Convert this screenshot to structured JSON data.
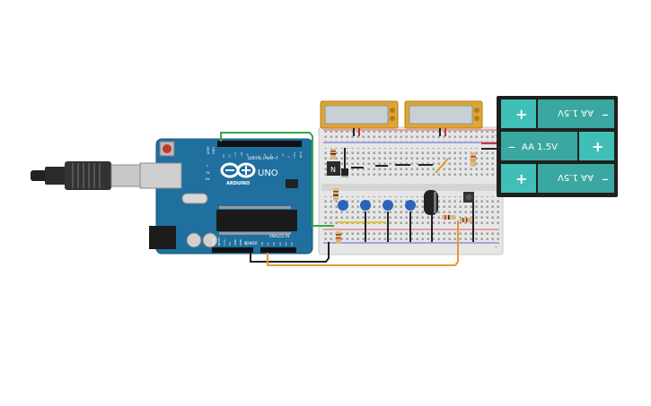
{
  "arduino": {
    "model_label": "UNO",
    "brand_label": "ARDUINO",
    "digital_header_label": "DIGITAL (PWM~)",
    "power_header_label": "POWER",
    "analog_header_label": "ANALOG IN",
    "aref_label": "AREF",
    "gnd_label": "GND",
    "digital_pins": [
      "13",
      "12",
      "~11",
      "~10",
      "~9",
      "8",
      "7",
      "~6",
      "~5",
      "4",
      "~3",
      "2",
      "TX 1",
      "RX 0"
    ],
    "power_pins": [
      "IOREF",
      "RESET",
      "3.3V",
      "5V",
      "GND",
      "GND",
      "Vin"
    ],
    "analog_pins": [
      "A0",
      "A1",
      "A2",
      "A3",
      "A4",
      "A5"
    ],
    "tx_label": "TX",
    "rx_label": "RX",
    "l_label": "L",
    "board_color": "#1f6f9f"
  },
  "batteries": [
    {
      "label": "AA 1.5V",
      "plus": "+",
      "minus": "–",
      "orientation": "flipped"
    },
    {
      "label": "AA 1.5V",
      "plus": "+",
      "minus": "–",
      "orientation": "normal"
    },
    {
      "label": "AA 1.5V",
      "plus": "+",
      "minus": "–",
      "orientation": "flipped"
    }
  ],
  "breadboard": {
    "rail_plus": "+",
    "rail_minus": "–"
  },
  "ic_label": "N",
  "colors": {
    "wire_green": "#3aa84a",
    "wire_orange": "#e39a2e",
    "wire_black": "#222222",
    "battery_teal": "#3fbfb8",
    "capacitor_blue": "#2a64b8",
    "display_frame": "#e0a532"
  }
}
